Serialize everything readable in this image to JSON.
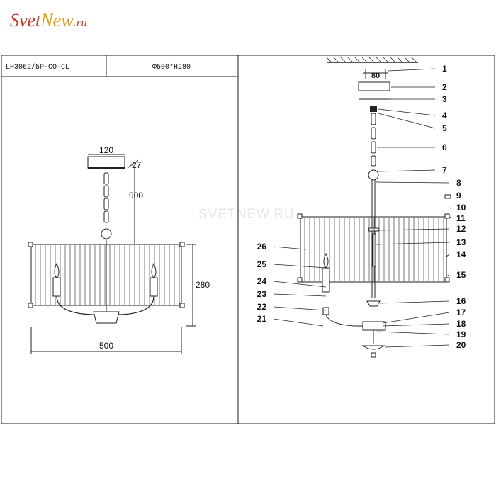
{
  "logo": {
    "part1": "Svet",
    "part2": "New",
    "tld": ".ru"
  },
  "watermark": "SVETNEW.RU",
  "header": {
    "model": "LH3062/5P-CO-CL",
    "size": "Φ500*H280"
  },
  "dims": {
    "canopy_width": "120",
    "canopy_height": "27",
    "chain_length": "900",
    "height": "280",
    "diameter": "500",
    "top_width": "80"
  },
  "callouts": [
    "1",
    "2",
    "3",
    "4",
    "5",
    "6",
    "7",
    "8",
    "9",
    "10",
    "11",
    "12",
    "13",
    "14",
    "15",
    "16",
    "17",
    "18",
    "19",
    "20",
    "21",
    "22",
    "23",
    "24",
    "25",
    "26"
  ],
  "colors": {
    "logo_red": "#c0392b",
    "logo_gold": "#d4a017"
  }
}
